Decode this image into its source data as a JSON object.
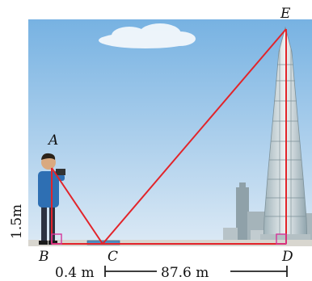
{
  "points": {
    "A": "A",
    "B": "B",
    "C": "C",
    "D": "D",
    "E": "E"
  },
  "dimensions": {
    "height": "1.5m",
    "bc": "0.4 m",
    "cd": "87.6 m"
  },
  "colors": {
    "sky_top": "#7fb8e4",
    "sky_bottom": "#d7e7f4",
    "line": "#e2242a",
    "right_angle": "#d4359a",
    "ground": "#d8d6cf"
  }
}
